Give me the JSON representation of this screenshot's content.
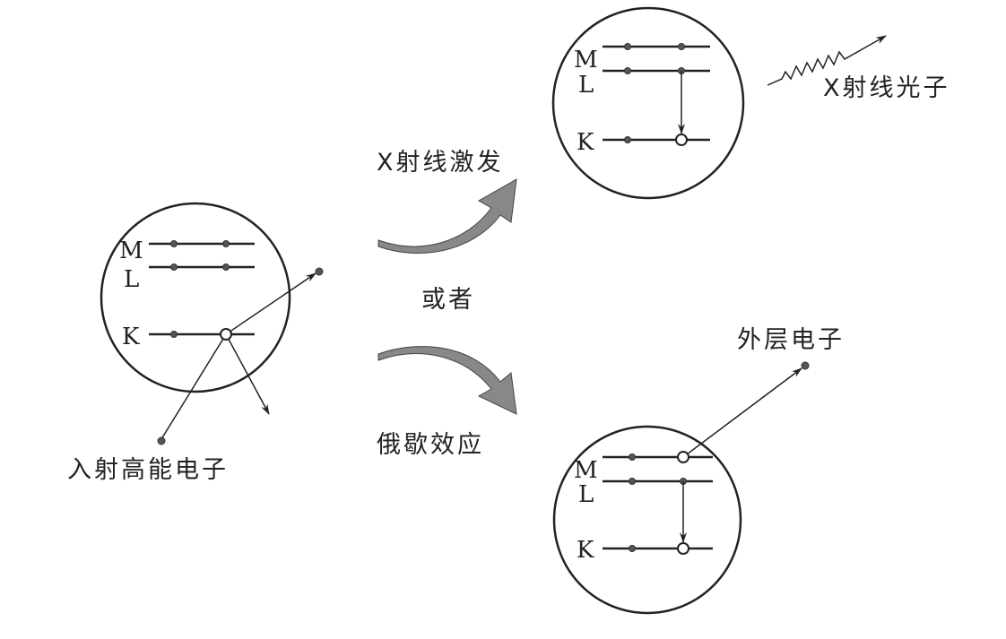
{
  "shells": {
    "M": "M",
    "L": "L",
    "K": "K"
  },
  "labels": {
    "incident_electron": "入射高能电子",
    "xray_excitation": "X射线激发",
    "or": "或者",
    "auger_effect": "俄歇效应",
    "xray_photon": "X射线光子",
    "outer_electron": "外层电子"
  },
  "colors": {
    "line": "#222222",
    "arrow_fill": "#888888"
  }
}
